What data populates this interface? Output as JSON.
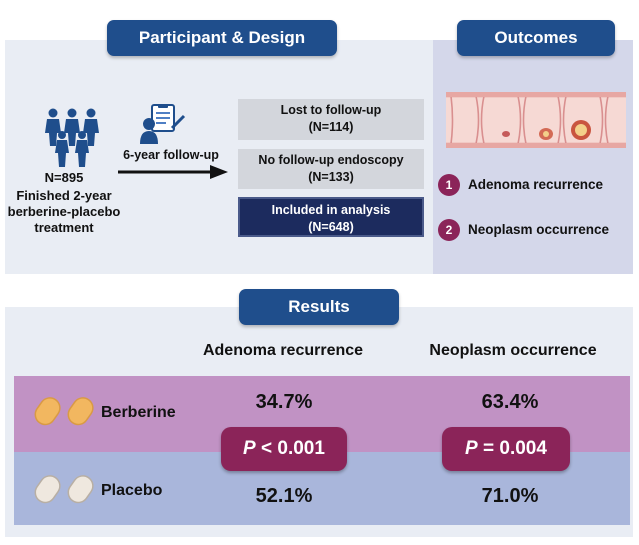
{
  "sections": {
    "design_title": "Participant & Design",
    "outcomes_title": "Outcomes",
    "results_title": "Results"
  },
  "design": {
    "enrolled": "N=895",
    "enrolled_desc": "Finished 2-year berberine-placebo treatment",
    "followup_label": "6-year follow-up",
    "boxes": [
      {
        "label": "Lost to follow-up",
        "n": "(N=114)"
      },
      {
        "label": "No follow-up endoscopy",
        "n": "(N=133)"
      },
      {
        "label": "Included in analysis",
        "n": "(N=648)"
      }
    ]
  },
  "outcomes": [
    {
      "num": "1",
      "label": "Adenoma recurrence"
    },
    {
      "num": "2",
      "label": "Neoplasm occurrence"
    }
  ],
  "results": {
    "columns": [
      "Adenoma recurrence",
      "Neoplasm occurrence"
    ],
    "rows": [
      {
        "label": "Berberine",
        "values": [
          "34.7%",
          "63.4%"
        ]
      },
      {
        "label": "Placebo",
        "values": [
          "52.1%",
          "71.0%"
        ]
      }
    ],
    "p_values": [
      {
        "symbol": "P",
        "text": " < 0.001"
      },
      {
        "symbol": "P",
        "text": " = 0.004"
      }
    ]
  },
  "colors": {
    "title_blue": "#1f4e8c",
    "navy_box": "#1c2b5e",
    "badge_maroon": "#8b2459",
    "berberine_row": "#c192c4",
    "placebo_row": "#a9b6db",
    "berberine_pill": "#f2b760",
    "placebo_pill": "#efe8df"
  }
}
